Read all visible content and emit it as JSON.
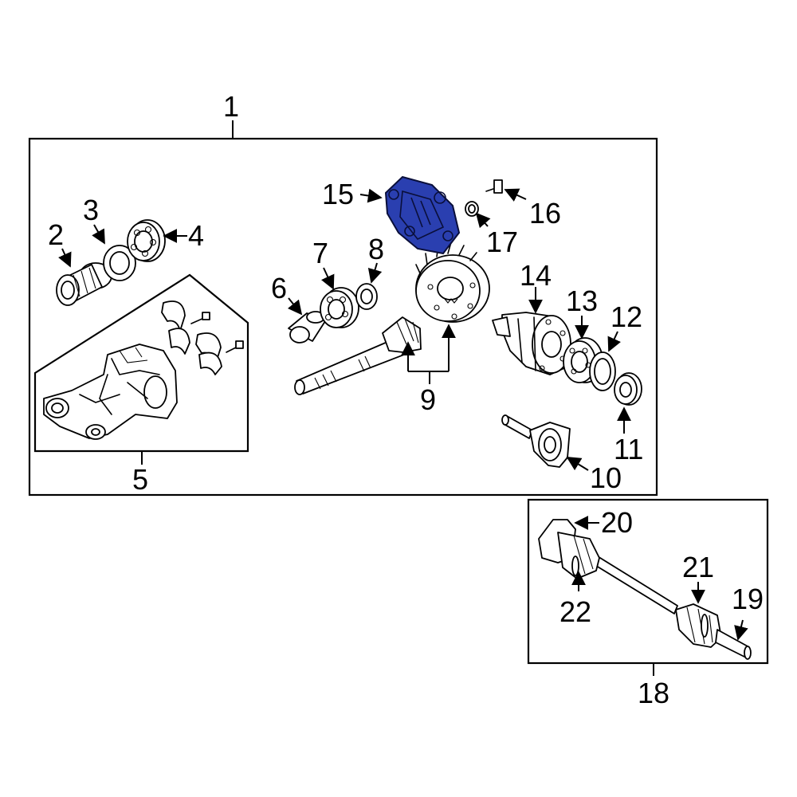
{
  "diagram": {
    "highlight_color": "#2a3fb0",
    "callouts": {
      "c1": "1",
      "c2": "2",
      "c3": "3",
      "c4": "4",
      "c5": "5",
      "c6": "6",
      "c7": "7",
      "c8": "8",
      "c9": "9",
      "c10": "10",
      "c11": "11",
      "c12": "12",
      "c13": "13",
      "c14": "14",
      "c15": "15",
      "c16": "16",
      "c17": "17",
      "c18": "18",
      "c19": "19",
      "c20": "20",
      "c21": "21",
      "c22": "22"
    }
  }
}
